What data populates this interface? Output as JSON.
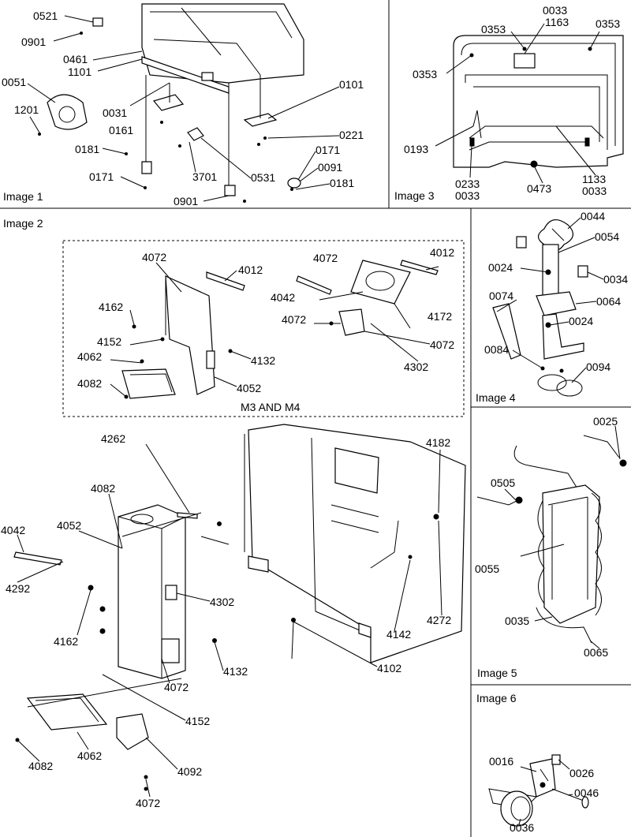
{
  "panels": {
    "image1": "Image 1",
    "image2": "Image 2",
    "image3": "Image 3",
    "image4": "Image 4",
    "image5": "Image 5",
    "image6": "Image 6"
  },
  "subassembly_caption": "M3 AND M4",
  "image1_labels": {
    "p0521": "0521",
    "p0901a": "0901",
    "p0461": "0461",
    "p1101": "1101",
    "p0051": "0051",
    "p1201": "1201",
    "p0031": "0031",
    "p0161": "0161",
    "p0181a": "0181",
    "p0171a": "0171",
    "p3701": "3701",
    "p0901b": "0901",
    "p0101": "0101",
    "p0221": "0221",
    "p0531": "0531",
    "p0171b": "0171",
    "p0091": "0091",
    "p0181b": "0181"
  },
  "image3_labels": {
    "p0033a": "0033",
    "p1163": "1163",
    "p0353a": "0353",
    "p0353b": "0353",
    "p0353c": "0353",
    "p0193": "0193",
    "p0233": "0233",
    "p0033b": "0033",
    "p0473": "0473",
    "p1133": "1133",
    "p0033c": "0033"
  },
  "image4_labels": {
    "p0044": "0044",
    "p0054": "0054",
    "p0024a": "0024",
    "p0034": "0034",
    "p0074": "0074",
    "p0064": "0064",
    "p0024b": "0024",
    "p0084": "0084",
    "p0094": "0094"
  },
  "image5_labels": {
    "p0025": "0025",
    "p0505": "0505",
    "p0055": "0055",
    "p0035": "0035",
    "p0065": "0065"
  },
  "image6_labels": {
    "p0016": "0016",
    "p0026": "0026",
    "p0046": "0046",
    "p0036": "0036"
  },
  "inset_labels": {
    "p4072a": "4072",
    "p4012a": "4012",
    "p4162": "4162",
    "p4152": "4152",
    "p4062": "4062",
    "p4082": "4082",
    "p4132": "4132",
    "p4052": "4052",
    "p4072b": "4072",
    "p4012b": "4012",
    "p4042": "4042",
    "p4072c": "4072",
    "p4172": "4172",
    "p4072d": "4072",
    "p4302": "4302"
  },
  "image2_labels": {
    "p4262": "4262",
    "p4182": "4182",
    "p4082a": "4082",
    "p4042": "4042",
    "p4052": "4052",
    "p4292": "4292",
    "p4162": "4162",
    "p4302": "4302",
    "p4132": "4132",
    "p4072a": "4072",
    "p4142": "4142",
    "p4272": "4272",
    "p4102": "4102",
    "p4152": "4152",
    "p4082b": "4082",
    "p4062": "4062",
    "p4092": "4092",
    "p4072b": "4072"
  }
}
